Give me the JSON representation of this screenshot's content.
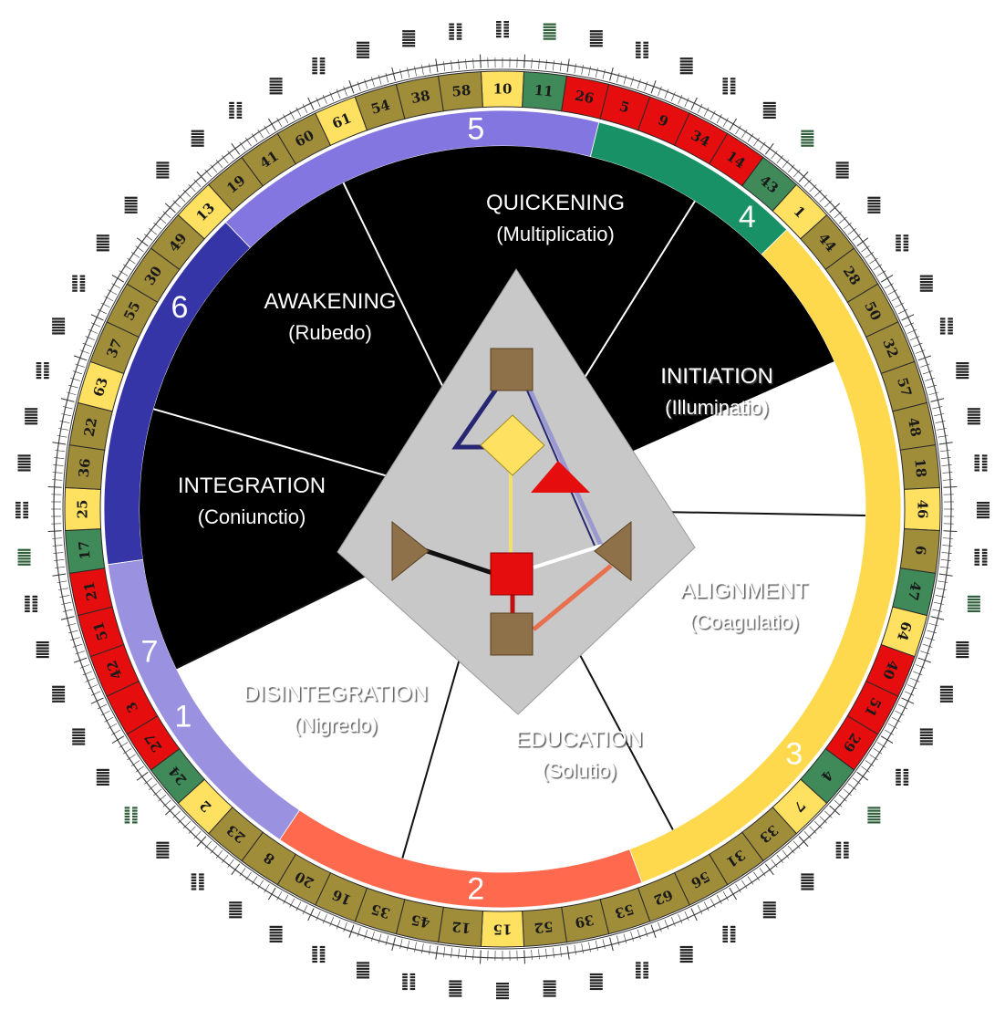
{
  "colors": {
    "gold": "#a08d3a",
    "yellow": "#ffe162",
    "red": "#e50d0d",
    "green": "#3f8a58",
    "black": "#000000",
    "gray": "#c8c8c8",
    "brown": "#8e7049",
    "navy": "#262673"
  },
  "stages": [
    {
      "label": "1",
      "color": "#e50d0d"
    },
    {
      "label": "2",
      "color": "#ff6a4f"
    },
    {
      "label": "3",
      "color": "#ffd94d"
    },
    {
      "label": "4",
      "color": "#199166"
    },
    {
      "label": "5",
      "color": "#8476e0"
    },
    {
      "label": "6",
      "color": "#3535a8"
    },
    {
      "label": "7",
      "color": "#9a92e0"
    }
  ],
  "phases": [
    {
      "name": "QUICKENING",
      "latin": "(Multiplicatio)",
      "tone": "light"
    },
    {
      "name": "INITIATION",
      "latin": "(Illuminatio)",
      "tone": "dark"
    },
    {
      "name": "ALIGNMENT",
      "latin": "(Coagulatio)",
      "tone": "dark"
    },
    {
      "name": "EDUCATION",
      "latin": "(Solutio)",
      "tone": "dark"
    },
    {
      "name": "DISINTEGRATION",
      "latin": "(Nigredo)",
      "tone": "dark"
    },
    {
      "name": "INTEGRATION",
      "latin": "(Coniunctio)",
      "tone": "light"
    },
    {
      "name": "AWAKENING",
      "latin": "(Rubedo)",
      "tone": "light"
    }
  ],
  "gates": [
    {
      "num": "10",
      "color": "yellow"
    },
    {
      "num": "11",
      "color": "green"
    },
    {
      "num": "26",
      "color": "red"
    },
    {
      "num": "5",
      "color": "red"
    },
    {
      "num": "9",
      "color": "red"
    },
    {
      "num": "34",
      "color": "red"
    },
    {
      "num": "14",
      "color": "red"
    },
    {
      "num": "43",
      "color": "green"
    },
    {
      "num": "1",
      "color": "yellow"
    },
    {
      "num": "44",
      "color": "gold"
    },
    {
      "num": "28",
      "color": "gold"
    },
    {
      "num": "50",
      "color": "gold"
    },
    {
      "num": "32",
      "color": "gold"
    },
    {
      "num": "57",
      "color": "gold"
    },
    {
      "num": "48",
      "color": "gold"
    },
    {
      "num": "18",
      "color": "gold"
    },
    {
      "num": "46",
      "color": "yellow"
    },
    {
      "num": "6",
      "color": "gold"
    },
    {
      "num": "47",
      "color": "green"
    },
    {
      "num": "64",
      "color": "yellow"
    },
    {
      "num": "40",
      "color": "red"
    },
    {
      "num": "51",
      "color": "red"
    },
    {
      "num": "29",
      "color": "red"
    },
    {
      "num": "4",
      "color": "green"
    },
    {
      "num": "7",
      "color": "yellow"
    },
    {
      "num": "33",
      "color": "gold"
    },
    {
      "num": "31",
      "color": "gold"
    },
    {
      "num": "56",
      "color": "gold"
    },
    {
      "num": "62",
      "color": "gold"
    },
    {
      "num": "53",
      "color": "gold"
    },
    {
      "num": "39",
      "color": "gold"
    },
    {
      "num": "52",
      "color": "gold"
    },
    {
      "num": "15",
      "color": "yellow"
    },
    {
      "num": "12",
      "color": "gold"
    },
    {
      "num": "45",
      "color": "gold"
    },
    {
      "num": "35",
      "color": "gold"
    },
    {
      "num": "16",
      "color": "gold"
    },
    {
      "num": "20",
      "color": "gold"
    },
    {
      "num": "8",
      "color": "gold"
    },
    {
      "num": "23",
      "color": "gold"
    },
    {
      "num": "2",
      "color": "yellow"
    },
    {
      "num": "24",
      "color": "green"
    },
    {
      "num": "27",
      "color": "red"
    },
    {
      "num": "3",
      "color": "red"
    },
    {
      "num": "42",
      "color": "red"
    },
    {
      "num": "51",
      "color": "red"
    },
    {
      "num": "21",
      "color": "red"
    },
    {
      "num": "17",
      "color": "green"
    },
    {
      "num": "25",
      "color": "yellow"
    },
    {
      "num": "36",
      "color": "gold"
    },
    {
      "num": "22",
      "color": "gold"
    },
    {
      "num": "63",
      "color": "yellow"
    },
    {
      "num": "37",
      "color": "gold"
    },
    {
      "num": "55",
      "color": "gold"
    },
    {
      "num": "30",
      "color": "gold"
    },
    {
      "num": "49",
      "color": "gold"
    },
    {
      "num": "13",
      "color": "yellow"
    },
    {
      "num": "19",
      "color": "gold"
    },
    {
      "num": "41",
      "color": "gold"
    },
    {
      "num": "60",
      "color": "gold"
    },
    {
      "num": "61",
      "color": "yellow"
    },
    {
      "num": "54",
      "color": "gold"
    },
    {
      "num": "38",
      "color": "gold"
    },
    {
      "num": "58",
      "color": "gold"
    }
  ]
}
